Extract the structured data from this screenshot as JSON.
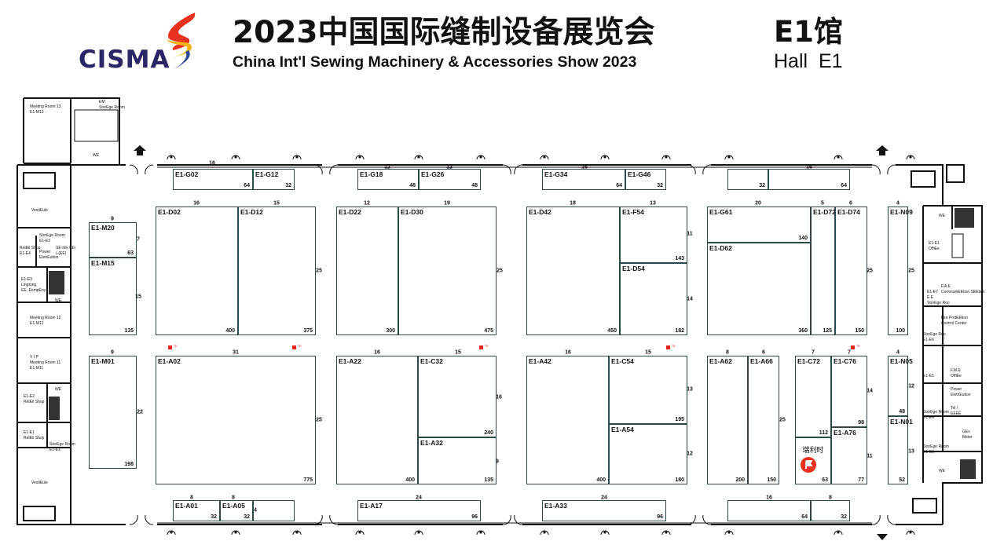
{
  "header": {
    "logo_text": "CISMA",
    "title_cn": "2023中国国际缝制设备展览会",
    "title_en": "China Int'l Sewing Machinery & Accessories Show 2023",
    "hall_cn": "E1馆",
    "hall_en": "Hall  E1"
  },
  "colors": {
    "logo_blue": "#2b2566",
    "marker_red": "#e8231b",
    "booth_border": "#2c4a4a"
  },
  "booths": [
    {
      "id": "E1-G02",
      "area": "64"
    },
    {
      "id": "E1-G12",
      "area": "32"
    },
    {
      "id": "E1-G18",
      "area": "48"
    },
    {
      "id": "E1-G26",
      "area": "48"
    },
    {
      "id": "E1-G34",
      "area": "64"
    },
    {
      "id": "E1-G46",
      "area": "32"
    },
    {
      "id": "",
      "area": "32"
    },
    {
      "id": "",
      "area": "64"
    },
    {
      "id": "E1-D02",
      "area": "400"
    },
    {
      "id": "E1-D12",
      "area": "375"
    },
    {
      "id": "E1-D22",
      "area": "300"
    },
    {
      "id": "E1-D30",
      "area": "475"
    },
    {
      "id": "E1-D42",
      "area": "450"
    },
    {
      "id": "E1-F54",
      "area": "143"
    },
    {
      "id": "E1-D54",
      "area": "182"
    },
    {
      "id": "E1-G61",
      "area": "140"
    },
    {
      "id": "E1-D62",
      "area": "360"
    },
    {
      "id": "E1-D72",
      "area": "125"
    },
    {
      "id": "E1-D74",
      "area": "150"
    },
    {
      "id": "E1-M20",
      "area": "63"
    },
    {
      "id": "E1-M15",
      "area": "135"
    },
    {
      "id": "E1-N09",
      "area": "100"
    },
    {
      "id": "E1-M01",
      "area": "198"
    },
    {
      "id": "E1-A02",
      "area": "775"
    },
    {
      "id": "E1-A22",
      "area": "400"
    },
    {
      "id": "E1-C32",
      "area": "240"
    },
    {
      "id": "E1-A32",
      "area": "135"
    },
    {
      "id": "E1-A42",
      "area": "400"
    },
    {
      "id": "E1-C54",
      "area": "195"
    },
    {
      "id": "E1-A54",
      "area": "180"
    },
    {
      "id": "E1-A62",
      "area": "200"
    },
    {
      "id": "E1-A66",
      "area": "150"
    },
    {
      "id": "E1-C72",
      "area": "112"
    },
    {
      "id": "",
      "area": "63",
      "name_cn": "瑞利时"
    },
    {
      "id": "E1-C76",
      "area": "98"
    },
    {
      "id": "E1-A76",
      "area": "77"
    },
    {
      "id": "E1-N05",
      "area": "48"
    },
    {
      "id": "E1-N01",
      "area": "52"
    },
    {
      "id": "E1-A01",
      "area": "32"
    },
    {
      "id": "E1-A05",
      "area": "32"
    },
    {
      "id": "",
      "area": ""
    },
    {
      "id": "E1-A17",
      "area": "96"
    },
    {
      "id": "E1-A33",
      "area": "96"
    },
    {
      "id": "",
      "area": "64"
    },
    {
      "id": "",
      "area": "32"
    }
  ],
  "dimensions": [
    "16",
    "12",
    "12",
    "16",
    "16",
    "16",
    "15",
    "25",
    "12",
    "19",
    "25",
    "18",
    "13",
    "11",
    "14",
    "20",
    "5",
    "6",
    "25",
    "9",
    "7",
    "15",
    "4",
    "25",
    "9",
    "22",
    "31",
    "25",
    "16",
    "15",
    "16",
    "9",
    "16",
    "15",
    "13",
    "12",
    "8",
    "6",
    "25",
    "7",
    "7",
    "14",
    "11",
    "4",
    "12",
    "13",
    "8",
    "8",
    "4",
    "24",
    "24",
    "16",
    "8"
  ],
  "rooms": [
    "Meeting Room 13\nE1-M13",
    "EM\nStorEge Room",
    "WE",
    "VestiEule",
    "StorEge Room\nE1-E3",
    "RetEil Shop\nE1-E4",
    "Power\nEletrEution",
    "SE·rEk EEr\n(-(EE)",
    "E1-E3\nLingtong\nEE. EompEny",
    "WE",
    "Meeting Room 12\nE1-M12",
    "V I P\nMeeting Room 11\nE1-M11",
    "E1-E2\nRetEil Shop",
    "WE",
    "E1-E1\nRetEil Shop",
    "StorEge Room\nE1-E1",
    "VestiEule",
    "WE",
    "E1-E1\nOffiEe",
    "E1-E7\nE.E\nStorEge Roo",
    "F.A.E\nCommuniEEtion SEEtion",
    "Fire ProtEEtion\nControl Center",
    "StorEge Roo\nE1-E6",
    "E1-E5",
    "F.M.E\nOffiEe",
    "Power\nEletriEution",
    "Tel /\nEEEE",
    "GEs\nMeter",
    "StorEge Room\nE1-E4",
    "StorEge Room\nE1-E3",
    "WE"
  ],
  "markers": [
    {
      "icon": "flag-marker-icon"
    },
    {
      "icon": "flag-marker-icon"
    },
    {
      "icon": "flag-marker-icon"
    },
    {
      "icon": "flag-marker-icon"
    },
    {
      "icon": "flag-marker-icon"
    }
  ],
  "marker_tag": "ᵀᴴ"
}
